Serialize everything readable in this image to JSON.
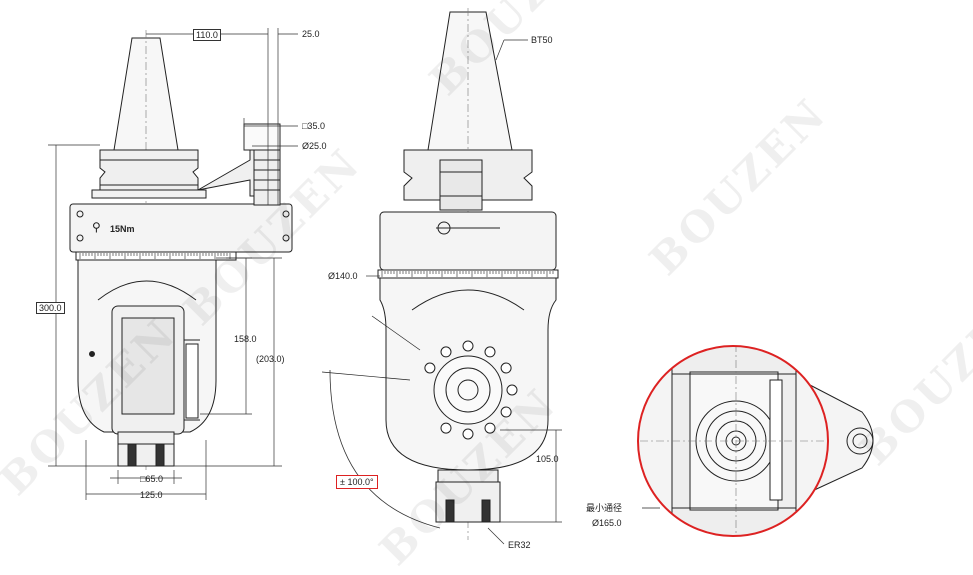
{
  "watermark": "BOUZEN",
  "left_view": {
    "dim_top_width": "110.0",
    "dim_top_offset": "25.0",
    "dim_square": "□35.0",
    "dim_dia_small": "Ø25.0",
    "torque_label": "15Nm",
    "dim_total_height": "300.0",
    "dim_mid_height": "158.0",
    "dim_ref_height": "(203.0)",
    "dim_nose_square": "□65.0",
    "dim_base_width": "125.0"
  },
  "middle_view": {
    "taper_label": "BT50",
    "dim_flange_dia": "Ø140.0",
    "angle_label": "± 100.0°",
    "dim_nose_height": "105.0",
    "collet_label": "ER32"
  },
  "right_view": {
    "min_clearance_label": "最小通径",
    "min_clearance_dia": "Ø165.0"
  },
  "colors": {
    "line": "#222222",
    "highlight": "#d22222",
    "body_fill": "#f6f6f6"
  }
}
